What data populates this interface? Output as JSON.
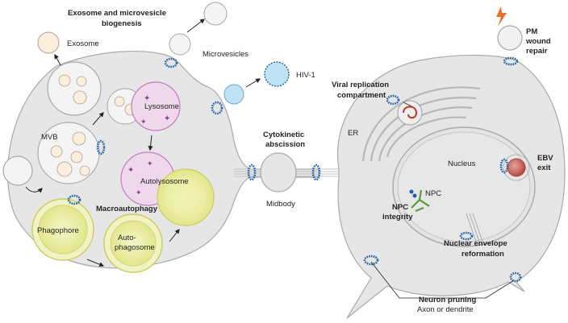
{
  "labels": {
    "biogenesis_line1": "Exosome and microvesicle",
    "biogenesis_line2": "biogenesis",
    "exosome": "Exosome",
    "microvesicles": "Microvesicles",
    "hiv": "HIV-1",
    "mvb": "MVB",
    "lysosome": "Lysosome",
    "autolysosome": "Autolysosome",
    "macroautophagy": "Macroautophagy",
    "phagophore": "Phagophore",
    "autophagosome_line1": "Auto-",
    "autophagosome_line2": "phagosome",
    "cytokinetic_line1": "Cytokinetic",
    "cytokinetic_line2": "abscission",
    "midbody": "Midbody",
    "viral_line1": "Viral replication",
    "viral_line2": "compartment",
    "er": "ER",
    "nucleus": "Nucleus",
    "npc": "NPC",
    "npc_integrity_line1": "NPC",
    "npc_integrity_line2": "integrity",
    "ebv_line1": "EBV",
    "ebv_line2": "exit",
    "pm_line1": "PM",
    "pm_line2": "wound",
    "pm_line3": "repair",
    "nuclear_env_line1": "Nuclear envelope",
    "nuclear_env_line2": "reformation",
    "neuron_pruning": "Neuron pruning",
    "axon_dendrite": "Axon or dendrite"
  },
  "colors": {
    "cell_fill": "#e6e6e6",
    "cell_stroke": "#a9a9a9",
    "escrt_blue": "#1f5fa8",
    "lysosome_purple": "#c77bbf",
    "lysosome_fill": "#efd7ec",
    "autophagy_yellow": "#e7ea9a",
    "autophagy_stroke": "#c9cd5a",
    "hiv_blue": "#bfe3f5",
    "vesicle_peach": "#fbeedd",
    "ebv_red": "#c0504d",
    "lightning_orange": "#e8702a"
  }
}
